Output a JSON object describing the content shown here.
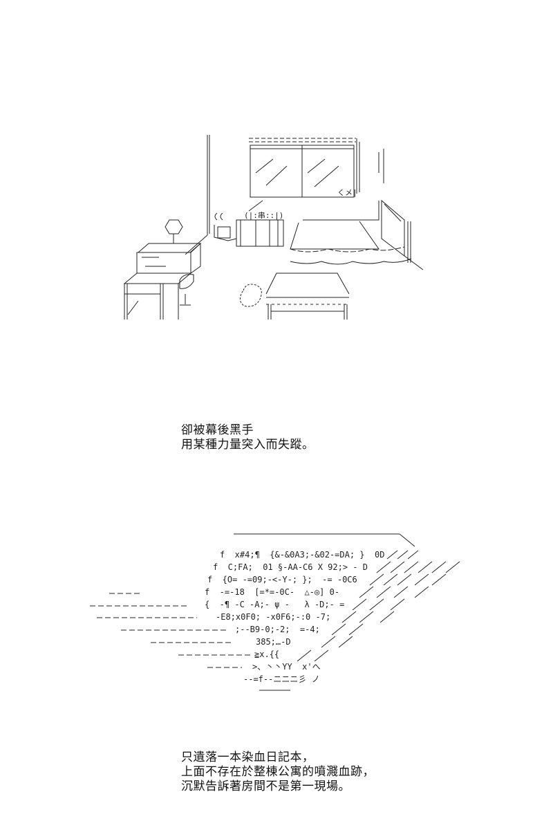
{
  "captions": {
    "first": [
      "卻被幕後黑手",
      "用某種力量突入而失蹤。"
    ],
    "second": [
      "只遺落一本染血日記本，",
      "上面不存在於整棟公寓的噴濺血跡，",
      "沉默告訴著房間不是第一現場。"
    ]
  },
  "illustrations": {
    "room_text": {
      "window_line": "くメ|",
      "shelf_label": "(|:串::|)"
    },
    "diary_lines": [
      "f  x#4;¶  {&-&0A3;-&02-=DA; }  0D",
      "f  C;FA;  01 §-AA-C6 X 92;> - D",
      "f  {O= -=09;-<-Y-; };  -= -0C6",
      "f  -=-18  [=*=-0C-  △-◎] 0-",
      "{  -¶ -C -A;- ψ -   λ -D;- =",
      "-E8;x0F0; -x0F6;-:0 -7;",
      ";--B9-0;-2;  =-4;",
      "385;…-D",
      "≧x.{{",
      ">、丶丶YY  x'へ",
      "--=f--ニニニ彡 ノ"
    ]
  }
}
